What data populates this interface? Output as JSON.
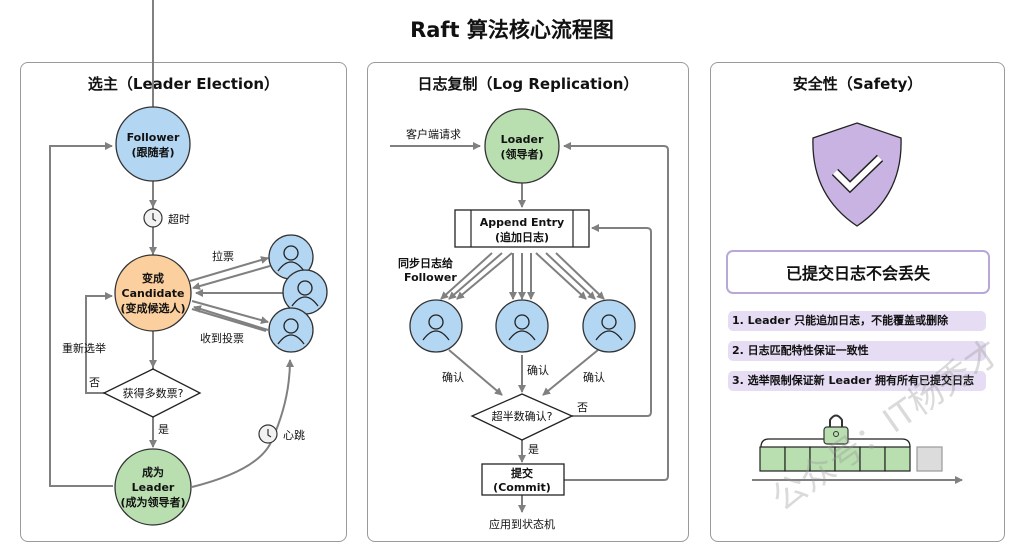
{
  "title": "Raft 算法核心流程图",
  "colors": {
    "follower_blue": "#b3d6f2",
    "candidate_orange": "#fbcf9e",
    "leader_green": "#b9dfb0",
    "safety_purple": "#c9b3e3",
    "rule_bg": "#e6dcf3",
    "arrow_gray": "#808080",
    "uncommitted_gray": "#dcdcdc"
  },
  "panels": {
    "election": {
      "title": "选主（Leader Election）",
      "follower": {
        "line1": "Follower",
        "line2": "(跟随者)"
      },
      "timeout_label": "超时",
      "timeout_icon": "clock-icon",
      "candidate": {
        "line1": "变成",
        "line2": "Candidate",
        "line3": "(变成候选人)"
      },
      "request_vote_label": "拉票",
      "receive_vote_label": "收到投票",
      "reelect_label": "重新选举",
      "decision": "获得多数票?",
      "no_label": "否",
      "yes_label": "是",
      "leader": {
        "line1": "成为",
        "line2": "Leader",
        "line3": "(成为领导者)"
      },
      "heartbeat_label": "心跳",
      "voter_icon": "user-icon"
    },
    "replication": {
      "title": "日志复制（Log Replication）",
      "client_request_label": "客户端请求",
      "leader": {
        "line1": "Loader",
        "line2": "(领导者)"
      },
      "append_entry": {
        "line1": "Append Entry",
        "line2": "(追加日志)"
      },
      "sync_label_line1": "同步日志给",
      "sync_label_line2": "Follower",
      "ack_label": "确认",
      "decision": "超半数确认?",
      "no_label": "否",
      "yes_label": "是",
      "commit": {
        "line1": "提交",
        "line2": "(Commit)"
      },
      "apply_label": "应用到状态机"
    },
    "safety": {
      "title": "安全性（Safety）",
      "shield_icon": "shield-check-icon",
      "headline": "已提交日志不会丢失",
      "rules": [
        "1. Leader 只能追加日志，不能覆盖或删除",
        "2. 日志匹配特性保证一致性",
        "3. 选举限制保证新 Leader 拥有所有已提交日志"
      ],
      "log_entries": {
        "committed": 6,
        "uncommitted": 1
      },
      "lock_icon": "lock-icon"
    }
  },
  "watermark": "公众号：IT杨秀才"
}
